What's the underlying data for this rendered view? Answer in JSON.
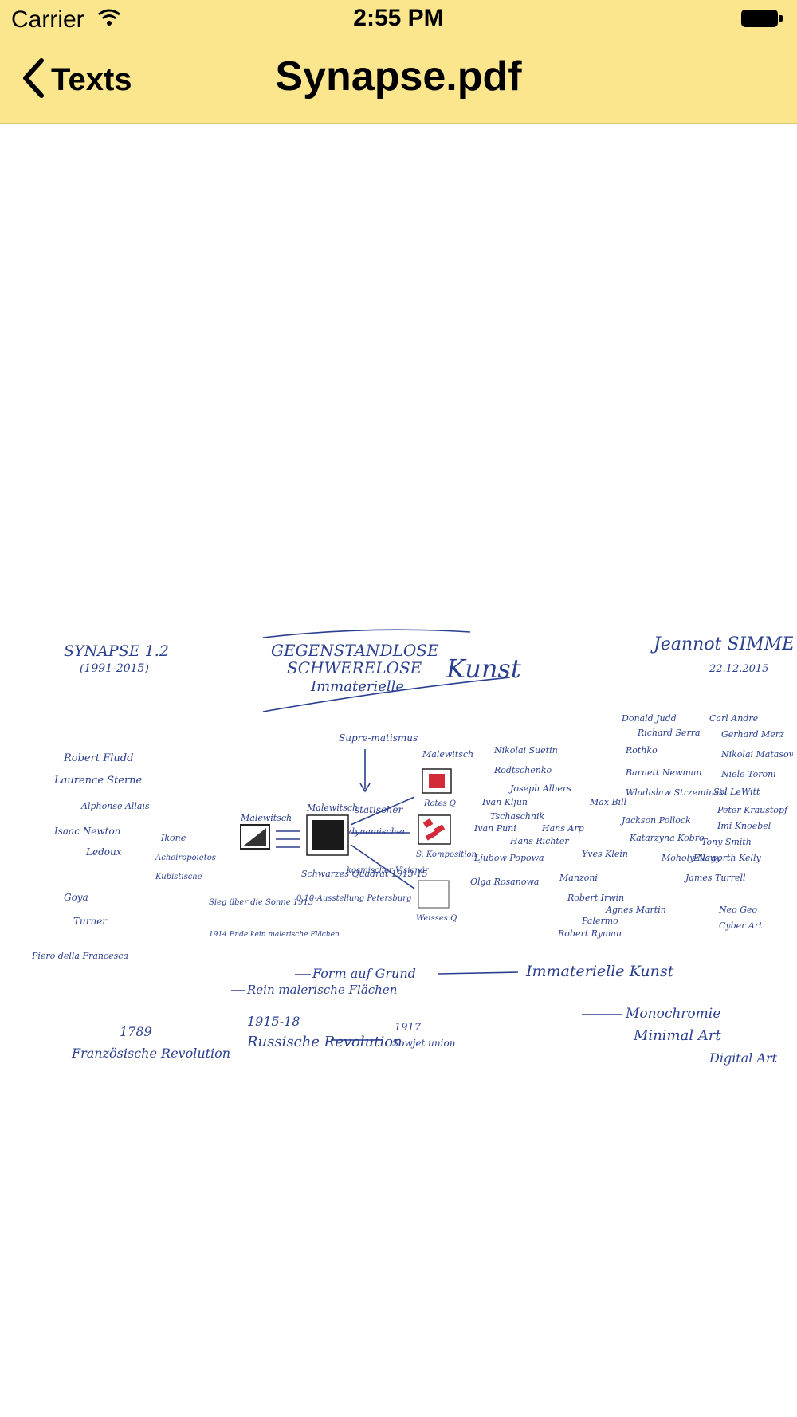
{
  "status_bar": {
    "carrier": "Carrier",
    "time": "2:55 PM"
  },
  "nav": {
    "back_label": "Texts",
    "title": "Synapse.pdf"
  },
  "colors": {
    "bar": "#fbe68e",
    "ink": "#2a3f8f",
    "red": "#d32a3a"
  },
  "drawing": {
    "synapse": "SYNAPSE 1.2",
    "years": "(1991-2015)",
    "heading_1": "GEGENSTANDLOSE",
    "heading_2": "SCHWERELOSE",
    "heading_3": "Immaterielle",
    "kunst": "Kunst",
    "author": "Jeannot SIMMEN",
    "date": "22.12.2015",
    "suprematismus": "Supre-matismus",
    "malewitsch": "Malewitsch",
    "statischer": "statischer",
    "dynamischer": "dynamischer",
    "kosmischer": "kosmischer Visionär",
    "schwarzes_quadrat": "Schwarzes Quadrat 1913-15",
    "ausstellung": "0,10-Ausstellung Petersburg",
    "rotes_q": "Rotes Q",
    "komposition": "S. Komposition",
    "weisses_q": "Weisses Q",
    "left_names": [
      "Robert Fludd",
      "Laurence Sterne",
      "Alphonse Allais",
      "Isaac Newton",
      "Ledoux",
      "Goya",
      "Turner",
      "Piero della Francesca"
    ],
    "left_terms": [
      "Ikone",
      "Acheiropoietos",
      "Kubistische",
      "Sieg über die Sonne 1913",
      "1914 Ende kein malerische Flächen"
    ],
    "right_names": [
      "Nikolai Suetin",
      "Rodtschenko",
      "Joseph Albers",
      "Ivan Kljun",
      "Max Bill",
      "Tschaschnik",
      "Ivan Puni",
      "Hans Arp",
      "Hans Richter",
      "Ljubow Popowa",
      "Olga Rosanowa",
      "Yves Klein",
      "Moholy-Nagy",
      "Manzoni",
      "Robert Irwin",
      "Agnes Martin",
      "Palermo",
      "Robert Ryman",
      "Donald Judd",
      "Richard Serra",
      "Rothko",
      "Barnett Newman",
      "Wladislaw Strzeminski",
      "Jackson Pollock",
      "Katarzyna Kobro",
      "Carl Andre",
      "Gerhard Merz",
      "Nikolai Matasov",
      "Niele Toroni",
      "Sol LeWitt",
      "Peter Kraustopf",
      "Imi Knoebel",
      "Tony Smith",
      "Ellsworth Kelly",
      "James Turrell",
      "Neo Geo",
      "Cyber Art"
    ],
    "form": "Form auf Grund",
    "rein": "Rein malerische Flächen",
    "immaterielle_kunst": "Immaterielle Kunst",
    "monochromie": "Monochromie",
    "minimal_art": "Minimal Art",
    "digital_art": "Digital Art",
    "year_1789": "1789",
    "franz_rev": "Französische Revolution",
    "year_1915": "1915-18",
    "russ_rev": "Russische Revolution",
    "year_1917": "1917",
    "sowjet": "Sowjet union"
  }
}
